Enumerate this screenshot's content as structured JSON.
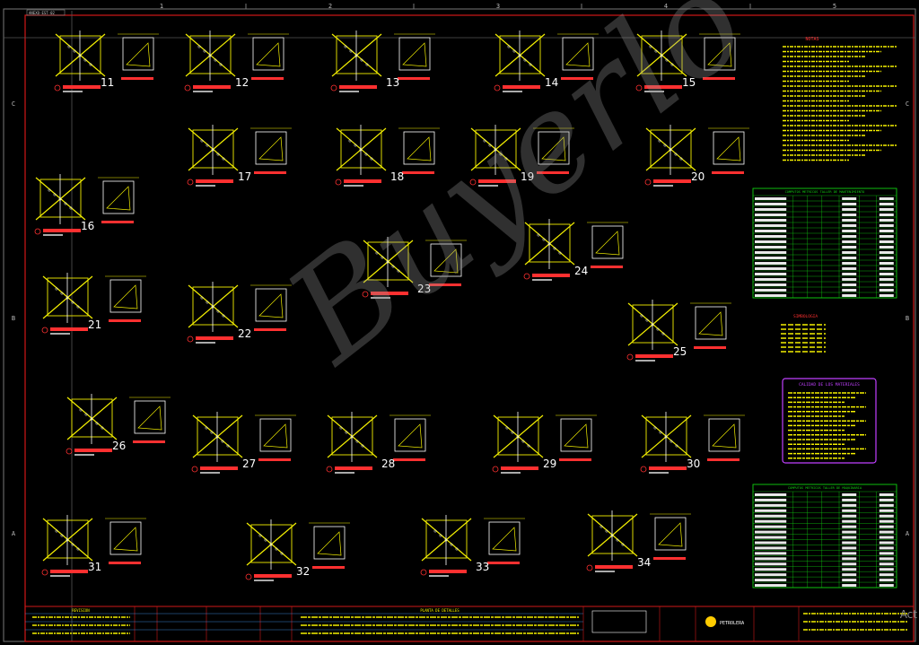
{
  "sheet": {
    "zone_cols": [
      "1",
      "2",
      "3",
      "4",
      "5"
    ],
    "zone_rows": [
      "C",
      "B",
      "A"
    ],
    "tab_label": "ANEXO-EST-02"
  },
  "details": [
    "11",
    "12",
    "13",
    "14",
    "15",
    "16",
    "17",
    "18",
    "19",
    "20",
    "21",
    "22",
    "23",
    "24",
    "25",
    "26",
    "27",
    "28",
    "29",
    "30",
    "31",
    "32",
    "33",
    "34"
  ],
  "right_panels": {
    "notes_title": "NOTAS",
    "table1_title": "COMPUTOS METRICOS TALLER DE MANTENIMIENTO",
    "legend_title": "SIMBOLOGIA",
    "materials_title": "CALIDAD DE LOS MATERIALES",
    "table2_title": "COMPUTOS METRICOS TALLER DE MAQUINARIA"
  },
  "title_block": {
    "revision_label": "REVISION",
    "company": "PETROLERA",
    "drawing_title": "PLANTA DE DETALLES"
  },
  "watermark": "Buyerlo",
  "corner_text": "Act",
  "colors": {
    "background": "#000000",
    "frame_red": "#d01818",
    "detail_yellow": "#f4f000",
    "label_red": "#ff3030",
    "table_green": "#10d010",
    "materials_purple": "#c040ff",
    "white": "#ffffff"
  }
}
